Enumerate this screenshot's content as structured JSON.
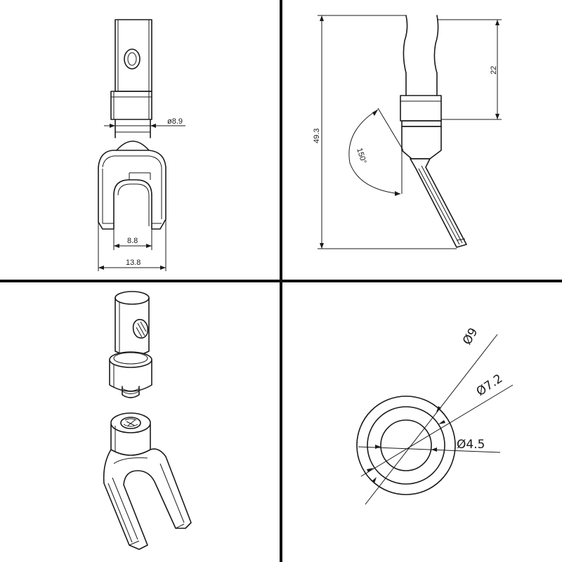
{
  "labels": {
    "front_stem_diameter": "ø8.9",
    "front_inner_width": "8.8",
    "front_outer_width": "13.8",
    "side_total_height": "49.3",
    "side_upper_height": "22",
    "side_bend_angle": "150°",
    "ring_outer_diameter": "Ø9",
    "ring_middle_diameter": "Ø7.2",
    "ring_inner_diameter": "Ø4.5"
  }
}
